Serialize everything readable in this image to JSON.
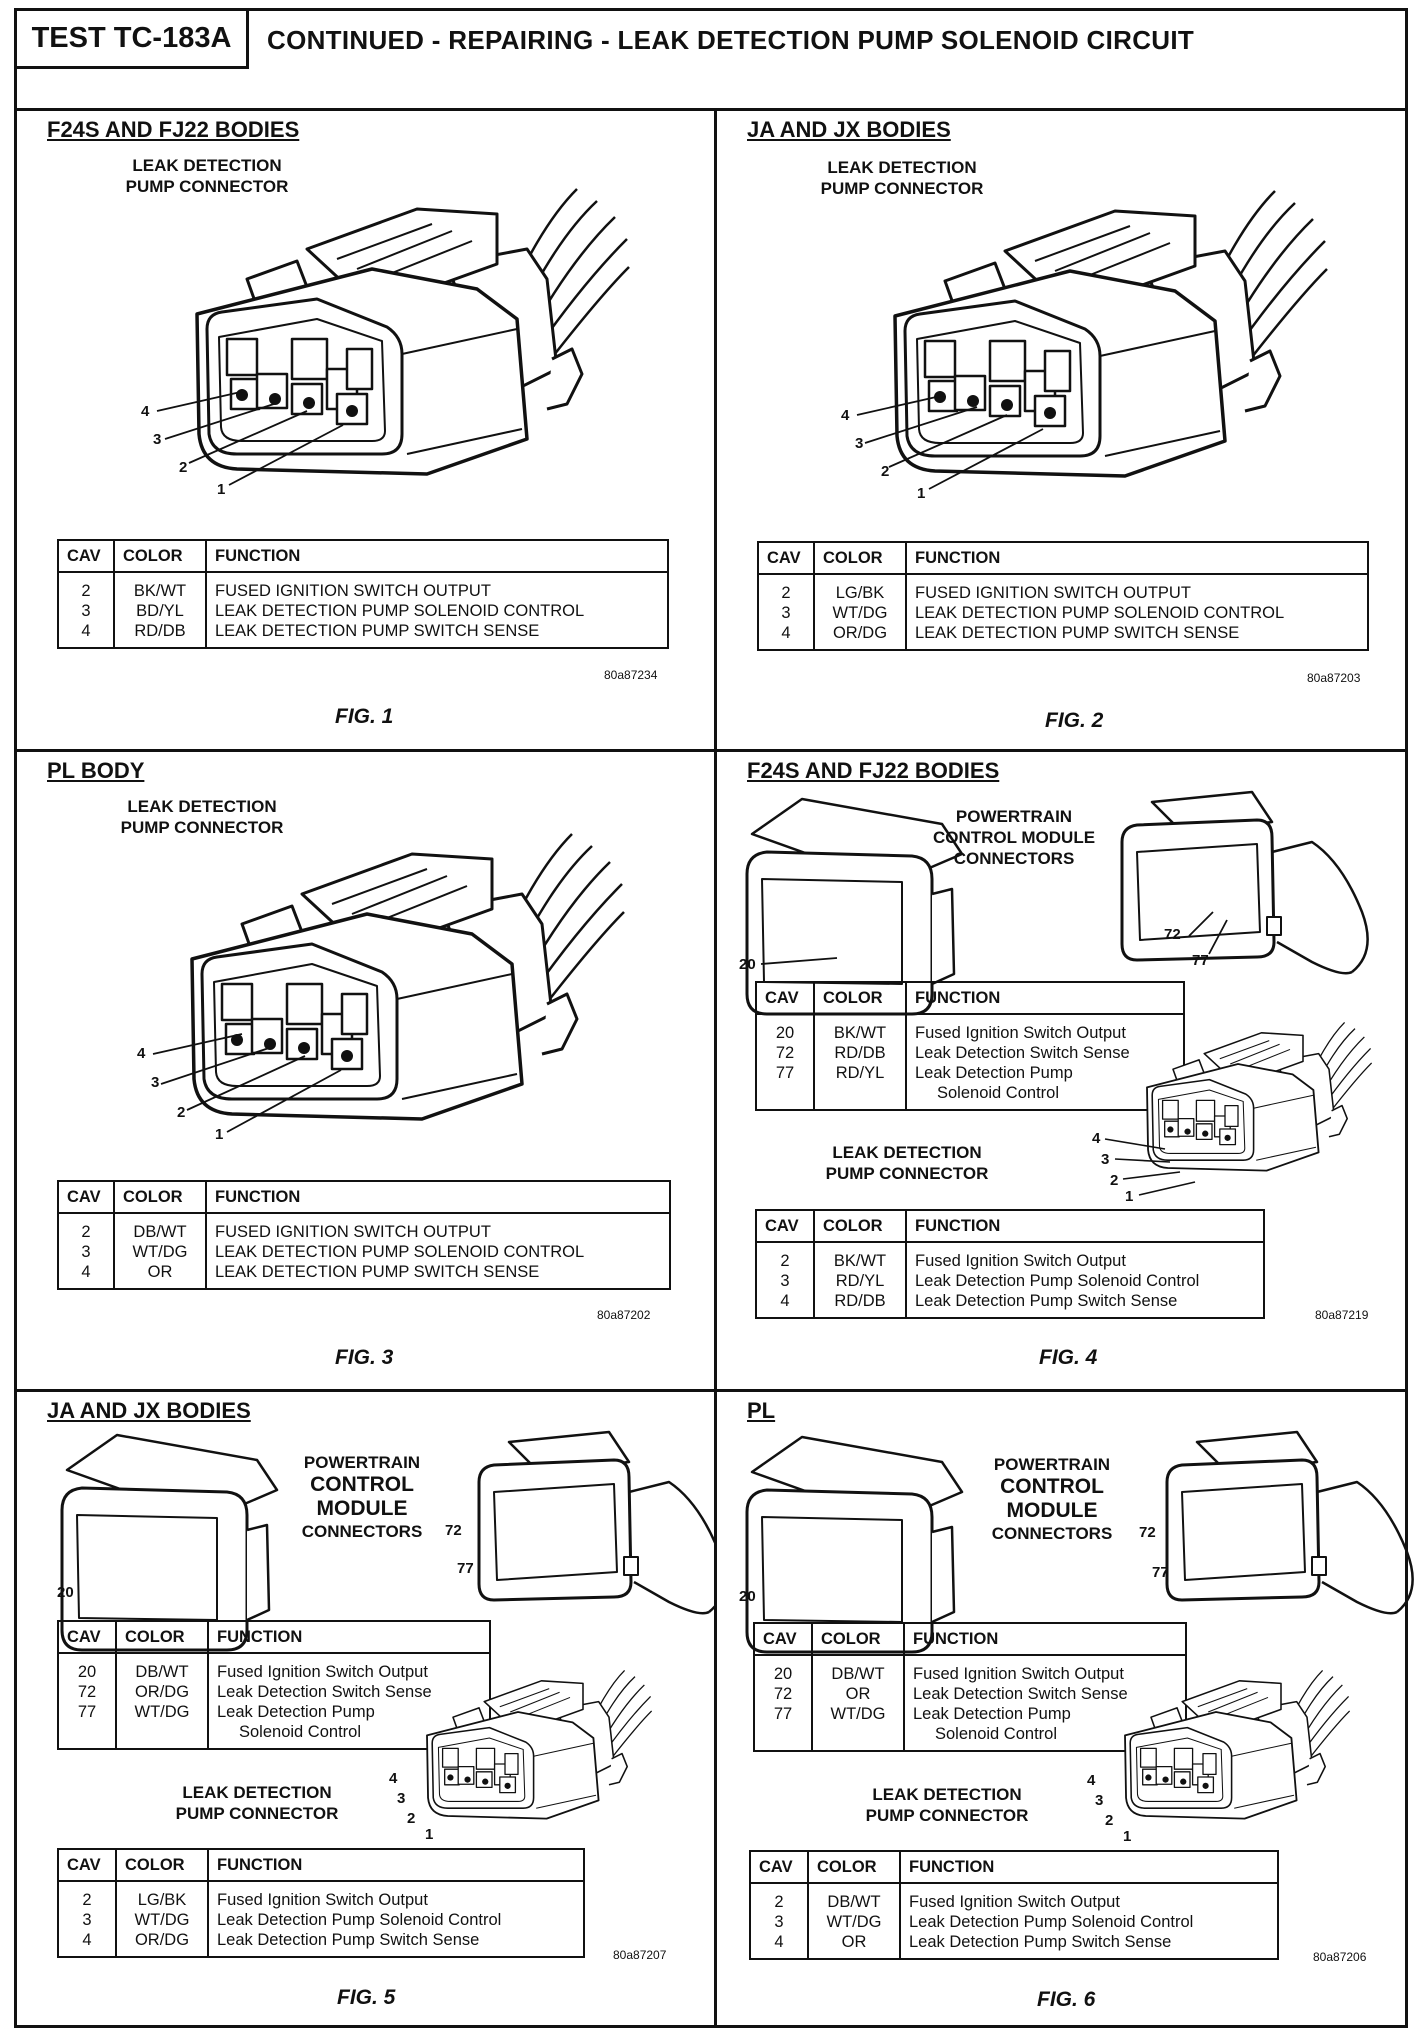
{
  "header": {
    "test_id": "TEST TC-183A",
    "title": "CONTINUED - REPAIRING - LEAK DETECTION PUMP SOLENOID CIRCUIT"
  },
  "common": {
    "ldp_connector": "LEAK DETECTION PUMP CONNECTOR",
    "pcm_connectors": "POWERTRAIN CONTROL MODULE CONNECTORS",
    "col_cav": "CAV",
    "col_color": "COLOR",
    "col_function": "FUNCTION"
  },
  "panels": [
    {
      "title": "F24S AND FJ22 BODIES",
      "connector_title": [
        "LEAK DETECTION",
        "PUMP CONNECTOR"
      ],
      "pins": [
        "4",
        "3",
        "2",
        "1"
      ],
      "table": [
        {
          "cav": "2",
          "color": "BK/WT",
          "function": "FUSED IGNITION SWITCH OUTPUT"
        },
        {
          "cav": "3",
          "color": "BD/YL",
          "function": "LEAK DETECTION PUMP SOLENOID CONTROL"
        },
        {
          "cav": "4",
          "color": "RD/DB",
          "function": "LEAK DETECTION PUMP SWITCH SENSE"
        }
      ],
      "code": "80a87234",
      "fig": "FIG. 1"
    },
    {
      "title": "JA AND JX BODIES",
      "connector_title": [
        "LEAK DETECTION",
        "PUMP CONNECTOR"
      ],
      "pins": [
        "4",
        "3",
        "2",
        "1"
      ],
      "table": [
        {
          "cav": "2",
          "color": "LG/BK",
          "function": "FUSED IGNITION SWITCH OUTPUT"
        },
        {
          "cav": "3",
          "color": "WT/DG",
          "function": "LEAK DETECTION PUMP SOLENOID CONTROL"
        },
        {
          "cav": "4",
          "color": "OR/DG",
          "function": "LEAK DETECTION PUMP SWITCH SENSE"
        }
      ],
      "code": "80a87203",
      "fig": "FIG. 2"
    },
    {
      "title": "PL BODY",
      "connector_title": [
        "LEAK DETECTION",
        "PUMP CONNECTOR"
      ],
      "pins": [
        "4",
        "3",
        "2",
        "1"
      ],
      "table": [
        {
          "cav": "2",
          "color": "DB/WT",
          "function": "FUSED IGNITION SWITCH OUTPUT"
        },
        {
          "cav": "3",
          "color": "WT/DG",
          "function": "LEAK DETECTION PUMP SOLENOID CONTROL"
        },
        {
          "cav": "4",
          "color": "OR",
          "function": "LEAK DETECTION PUMP SWITCH SENSE"
        }
      ],
      "code": "80a87202",
      "fig": "FIG. 3"
    },
    {
      "title": "F24S AND FJ22 BODIES",
      "pcm_title": [
        "POWERTRAIN",
        "CONTROL MODULE",
        "CONNECTORS"
      ],
      "pcm_pins": [
        "20",
        "72",
        "77"
      ],
      "pcm_table": [
        {
          "cav": "20",
          "color": "BK/WT",
          "function": "Fused Ignition Switch Output"
        },
        {
          "cav": "72",
          "color": "RD/DB",
          "function": "Leak Detection Switch Sense"
        },
        {
          "cav": "77",
          "color": "RD/YL",
          "function": "Leak Detection Pump",
          "function2": "Solenoid Control"
        }
      ],
      "ldp_title": [
        "LEAK DETECTION",
        "PUMP CONNECTOR"
      ],
      "pins": [
        "4",
        "3",
        "2",
        "1"
      ],
      "table": [
        {
          "cav": "2",
          "color": "BK/WT",
          "function": "Fused Ignition Switch Output"
        },
        {
          "cav": "3",
          "color": "RD/YL",
          "function": "Leak Detection Pump Solenoid Control"
        },
        {
          "cav": "4",
          "color": "RD/DB",
          "function": "Leak Detection Pump Switch Sense"
        }
      ],
      "code": "80a87219",
      "fig": "FIG. 4"
    },
    {
      "title": "JA AND JX BODIES",
      "pcm_title": [
        "POWERTRAIN",
        "CONTROL MODULE",
        "CONNECTORS"
      ],
      "pcm_pins": [
        "20",
        "72",
        "77"
      ],
      "pcm_table": [
        {
          "cav": "20",
          "color": "DB/WT",
          "function": "Fused Ignition Switch Output"
        },
        {
          "cav": "72",
          "color": "OR/DG",
          "function": "Leak Detection Switch Sense"
        },
        {
          "cav": "77",
          "color": "WT/DG",
          "function": "Leak Detection Pump",
          "function2": "Solenoid Control"
        }
      ],
      "ldp_title": [
        "LEAK DETECTION",
        "PUMP CONNECTOR"
      ],
      "pins": [
        "4",
        "3",
        "2",
        "1"
      ],
      "table": [
        {
          "cav": "2",
          "color": "LG/BK",
          "function": "Fused Ignition Switch Output"
        },
        {
          "cav": "3",
          "color": "WT/DG",
          "function": "Leak Detection Pump Solenoid Control"
        },
        {
          "cav": "4",
          "color": "OR/DG",
          "function": "Leak Detection Pump Switch Sense"
        }
      ],
      "code": "80a87207",
      "fig": "FIG. 5"
    },
    {
      "title": "PL",
      "pcm_title": [
        "POWERTRAIN",
        "CONTROL MODULE",
        "CONNECTORS"
      ],
      "pcm_pins": [
        "20",
        "72",
        "77"
      ],
      "pcm_table": [
        {
          "cav": "20",
          "color": "DB/WT",
          "function": "Fused Ignition Switch Output"
        },
        {
          "cav": "72",
          "color": "OR",
          "function": "Leak Detection Switch Sense"
        },
        {
          "cav": "77",
          "color": "WT/DG",
          "function": "Leak Detection Pump",
          "function2": "Solenoid Control"
        }
      ],
      "ldp_title": [
        "LEAK DETECTION",
        "PUMP CONNECTOR"
      ],
      "pins": [
        "4",
        "3",
        "2",
        "1"
      ],
      "table": [
        {
          "cav": "2",
          "color": "DB/WT",
          "function": "Fused Ignition Switch Output"
        },
        {
          "cav": "3",
          "color": "WT/DG",
          "function": "Leak Detection Pump Solenoid Control"
        },
        {
          "cav": "4",
          "color": "OR",
          "function": "Leak Detection Pump Switch Sense"
        }
      ],
      "code": "80a87206",
      "fig": "FIG. 6"
    }
  ]
}
